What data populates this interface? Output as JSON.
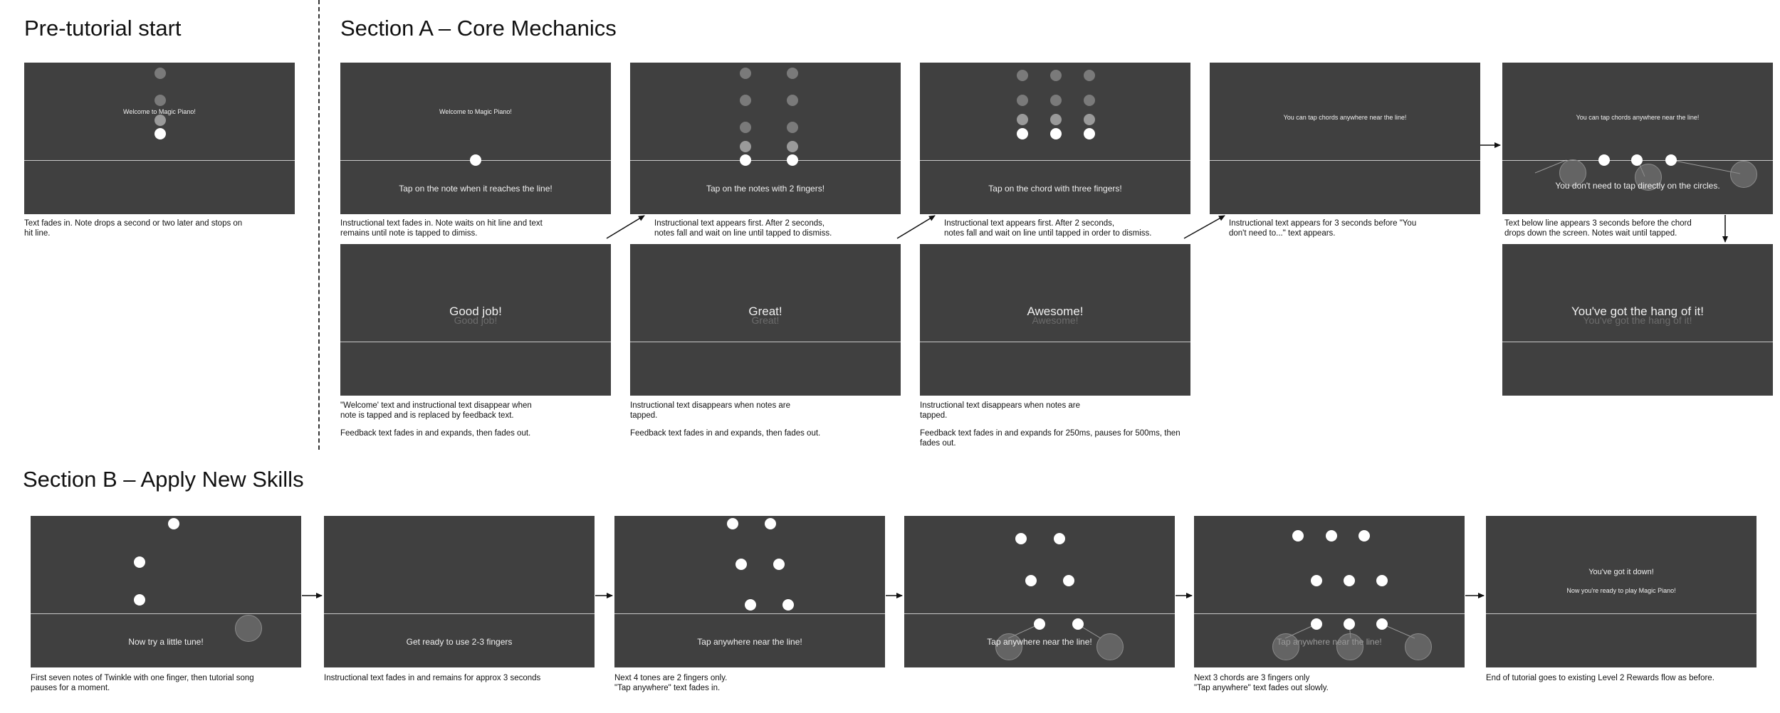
{
  "titles": {
    "pre": "Pre-tutorial start",
    "section_a": "Section A – Core Mechanics",
    "section_b": "Section B – Apply New Skills"
  },
  "screens": {
    "pre1": {
      "text": "Welcome to Magic Piano!"
    },
    "a1": {
      "top": "Welcome to Magic Piano!",
      "bottom": "Tap on the note when it reaches the line!"
    },
    "a2": {
      "bottom": "Tap on the notes with 2 fingers!"
    },
    "a3": {
      "bottom": "Tap on the chord with three fingers!"
    },
    "a4": {
      "top": "You can tap chords anywhere near the line!"
    },
    "a5": {
      "top": "You can tap chords anywhere near the line!",
      "bottom": "You don't need to tap directly on the circles."
    },
    "a1b": {
      "feedback": "Good job!",
      "ghost": "Good job!"
    },
    "a2b": {
      "feedback": "Great!",
      "ghost": "Great!"
    },
    "a3b": {
      "feedback": "Awesome!",
      "ghost": "Awesome!"
    },
    "a5b": {
      "feedback": "You've got the hang of it!",
      "ghost": "You've got the hang of it!"
    },
    "b1": {
      "bottom": "Now try a little tune!"
    },
    "b2": {
      "bottom": "Get ready to use 2-3 fingers"
    },
    "b3": {
      "bottom": "Tap anywhere near the line!"
    },
    "b4": {
      "bottom": "Tap anywhere near the line!"
    },
    "b5": {
      "bottom": "Tap anywhere near the line!"
    },
    "b6": {
      "line1": "You've got it down!",
      "line2": "Now you're ready to play Magic Piano!"
    }
  },
  "captions": {
    "pre1": [
      "Text fades in.  Note drops a second or two later and stops on",
      "hit line."
    ],
    "a1": [
      "Instructional text fades in. Note waits on hit line and text",
      "remains until note is tapped to dimiss."
    ],
    "a2": [
      "Instructional text appears first.  After 2 seconds,",
      "notes fall and wait on line until tapped to dismiss."
    ],
    "a3": [
      "Instructional text appears first.  After 2 seconds,",
      "notes fall and wait on line until tapped in order to dismiss."
    ],
    "a4": [
      "Instructional text appears for 3 seconds before \"You",
      "don't need to...\" text appears."
    ],
    "a5": [
      "Text below line appears 3 seconds before the chord",
      "drops down the screen.  Notes wait until tapped."
    ],
    "a1b": [
      "\"Welcome' text and instructional text disappear when",
      "note is tapped and is replaced by feedback text."
    ],
    "a1b_2": [
      "Feedback text fades in and expands, then fades out."
    ],
    "a2b": [
      "Instructional text disappears when notes are",
      "tapped."
    ],
    "a2b_2": [
      "Feedback text fades in and expands, then fades out."
    ],
    "a3b": [
      "Instructional text disappears when notes are",
      "tapped."
    ],
    "a3b_2": [
      "Feedback text fades in and expands for 250ms, pauses for 500ms, then",
      "fades out."
    ],
    "b1": [
      "First seven notes of Twinkle with one finger, then tutorial song",
      "pauses for a moment."
    ],
    "b2": [
      "Instructional text fades in and remains for approx 3 seconds"
    ],
    "b3": [
      "Next 4 tones are 2 fingers only.",
      "\"Tap anywhere\" text fades in."
    ],
    "b5": [
      "Next 3 chords are 3 fingers only",
      "\"Tap anywhere\" text fades out slowly."
    ],
    "b6": [
      "End of tutorial goes to existing Level 2 Rewards flow as before."
    ]
  },
  "colors": {
    "screen_bg": "#404040",
    "note": "#ffffff",
    "hit_line": "#c9c9c9"
  }
}
